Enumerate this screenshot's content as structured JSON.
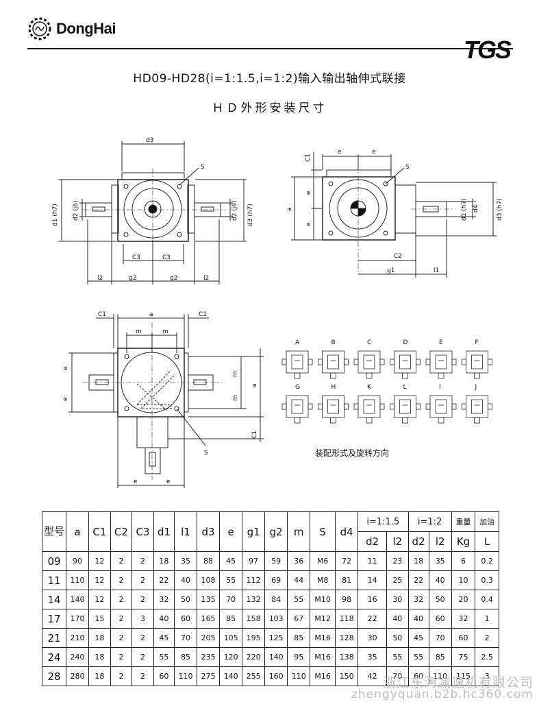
{
  "brand": {
    "name": "DongHai",
    "logo_icon": "gear-logo-icon",
    "right_logo": "TGS"
  },
  "titles": {
    "main": "HD09-HD28(i=1:1.5,i=1:2)输入输出轴伸式联接",
    "sub": "ＨＤ外形安装尺寸"
  },
  "drawing_labels": {
    "d3": "d3",
    "S": "S",
    "d1_h7": "d1 (h7)",
    "d2_j6": "d2 (j6)",
    "d3_h7": "d3 (h7)",
    "C3": "C3",
    "l2": "l2",
    "g2": "g2",
    "C1": "C1",
    "e": "e",
    "a": "a",
    "C2": "C2",
    "g1": "g1",
    "l1": "l1",
    "d4": "d4",
    "m": "m"
  },
  "assembly": {
    "caption": "装配形式及旋转方向",
    "row1": [
      "A",
      "B",
      "C",
      "D",
      "E",
      "F"
    ],
    "row2": [
      "G",
      "H",
      "K",
      "L",
      "I",
      "J"
    ]
  },
  "table": {
    "model_header": "型号",
    "headers": [
      "a",
      "C1",
      "C2",
      "C3",
      "d1",
      "l1",
      "d3",
      "e",
      "g1",
      "g2",
      "m",
      "S",
      "d4"
    ],
    "ratio_15": "i=1:1.5",
    "ratio_2": "i=1:2",
    "weight_header": "重量",
    "weight_unit": "Kg",
    "oil_header": "加油",
    "oil_unit": "L",
    "sub_headers": [
      "d2",
      "l2",
      "d2",
      "l2"
    ],
    "rows": [
      [
        "09",
        "90",
        "12",
        "2",
        "2",
        "18",
        "35",
        "88",
        "45",
        "97",
        "59",
        "36",
        "M6",
        "72",
        "11",
        "23",
        "18",
        "35",
        "6",
        "0.2"
      ],
      [
        "11",
        "110",
        "12",
        "2",
        "2",
        "22",
        "40",
        "108",
        "55",
        "112",
        "69",
        "44",
        "M8",
        "81",
        "14",
        "25",
        "22",
        "40",
        "10",
        "0.3"
      ],
      [
        "14",
        "140",
        "12",
        "2",
        "2",
        "32",
        "50",
        "135",
        "70",
        "132",
        "84",
        "55",
        "M10",
        "98",
        "16",
        "30",
        "32",
        "50",
        "20",
        "0.4"
      ],
      [
        "17",
        "170",
        "15",
        "2",
        "3",
        "40",
        "60",
        "165",
        "85",
        "158",
        "103",
        "67",
        "M12",
        "118",
        "22",
        "40",
        "40",
        "60",
        "32",
        "1"
      ],
      [
        "21",
        "210",
        "18",
        "2",
        "2",
        "45",
        "70",
        "205",
        "105",
        "195",
        "125",
        "85",
        "M16",
        "128",
        "30",
        "50",
        "45",
        "70",
        "60",
        "2"
      ],
      [
        "24",
        "240",
        "18",
        "2",
        "2",
        "55",
        "85",
        "235",
        "120",
        "220",
        "140",
        "95",
        "M16",
        "138",
        "35",
        "55",
        "55",
        "85",
        "75",
        "2.5"
      ],
      [
        "28",
        "280",
        "18",
        "2",
        "2",
        "60",
        "110",
        "275",
        "140",
        "255",
        "160",
        "110",
        "M16",
        "150",
        "42",
        "70",
        "60",
        "110",
        "115",
        "3"
      ]
    ]
  },
  "watermark": {
    "company": "浙江东海减速机有限公司",
    "url": "zhengyquan.b2b.hc360.com"
  }
}
